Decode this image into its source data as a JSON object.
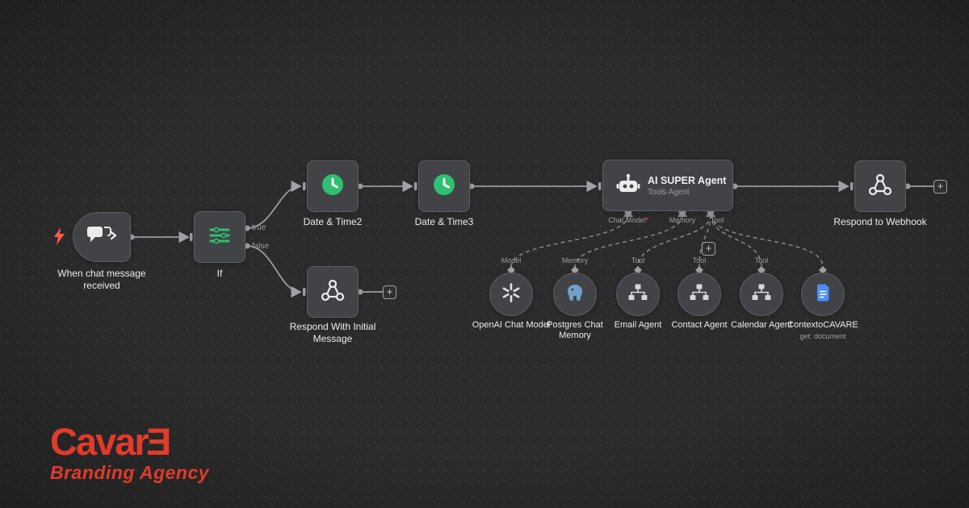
{
  "workflow": {
    "trigger": {
      "label": "When chat message received"
    },
    "if_node": {
      "label": "If",
      "true_label": "true",
      "false_label": "false"
    },
    "datetime2": {
      "label": "Date & Time2"
    },
    "datetime3": {
      "label": "Date & Time3"
    },
    "agent": {
      "title": "AI SUPER Agent",
      "subtitle": "Tools Agent",
      "ports": {
        "chat_model": "Chat Model",
        "required": "*",
        "memory": "Memory",
        "tool": "Tool"
      }
    },
    "respond_webhook": {
      "label": "Respond to Webhook"
    },
    "respond_initial": {
      "label": "Respond With Initial Message"
    },
    "subnodes": [
      {
        "port": "Model",
        "name": "OpenAI Chat Model"
      },
      {
        "port": "Memory",
        "name": "Postgres Chat Memory"
      },
      {
        "port": "Tool",
        "name": "Email Agent"
      },
      {
        "port": "Tool",
        "name": "Contact Agent"
      },
      {
        "port": "Tool",
        "name": "Calendar Agent"
      },
      {
        "port": "",
        "name": "ContextoCAVARE",
        "sub": "get: document"
      }
    ]
  },
  "ui": {
    "plus": "+"
  },
  "logo": {
    "name": "Cavar",
    "reversed_letter": "E",
    "subtitle": "Branding Agency"
  },
  "colors": {
    "accent_green": "#2fbf71",
    "brand_red": "#e23a2b",
    "doc_blue": "#4e8df7",
    "postgres_blue": "#6f9fc8",
    "bolt_red": "#ff5a47"
  }
}
